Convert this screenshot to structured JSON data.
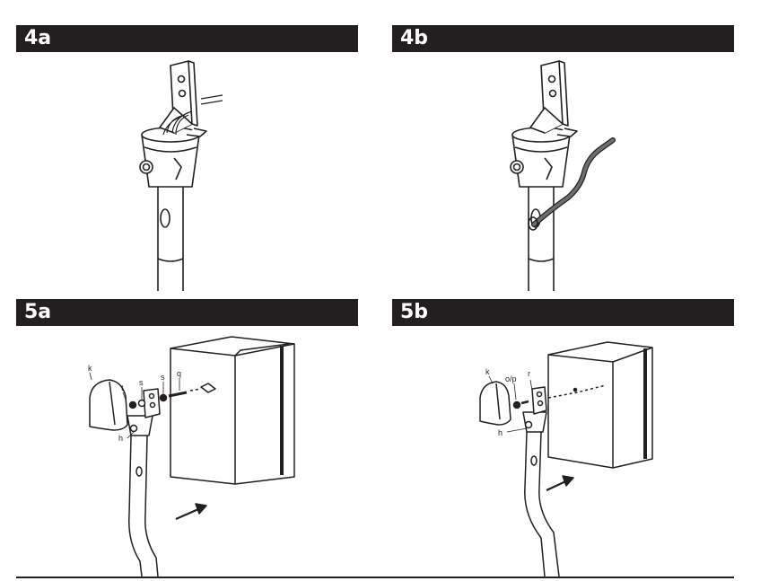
{
  "steps": [
    {
      "label": "4a"
    },
    {
      "label": "4b"
    },
    {
      "label": "5a",
      "callouts": [
        "k",
        "t",
        "s",
        "s",
        "q",
        "h"
      ]
    },
    {
      "label": "5b",
      "callouts": [
        "k",
        "o/p",
        "r",
        "h"
      ]
    }
  ],
  "colors": {
    "header_bg": "#231f20",
    "header_text": "#ffffff",
    "line": "#231f20",
    "cable": "#6d6e70"
  }
}
